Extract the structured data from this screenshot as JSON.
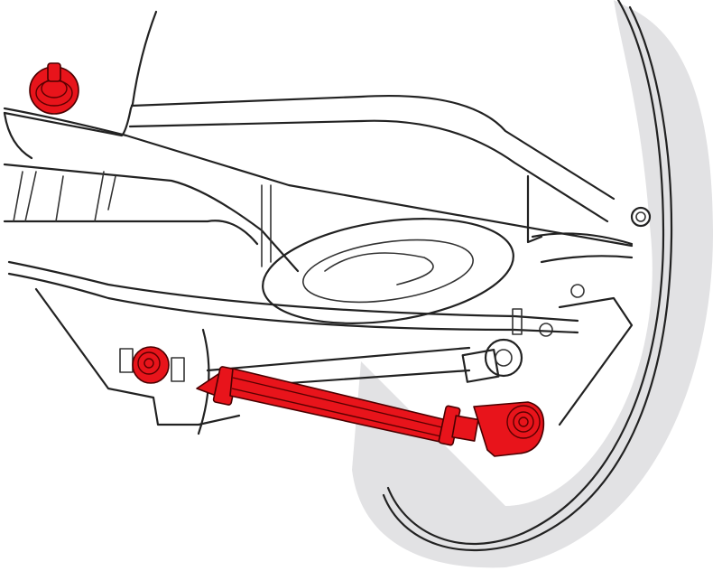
{
  "diagram": {
    "subject": "rear-suspension-line-drawing",
    "highlight_color": "#e8141b",
    "line_color": "#222222",
    "tire_shadow_color": "#e2e2e4",
    "background_color": "#ffffff",
    "highlighted_parts": [
      {
        "name": "upper-bushing",
        "shape": "stacked-bushing"
      },
      {
        "name": "inner-bushing",
        "shape": "round-bushing"
      },
      {
        "name": "adjustable-lateral-link",
        "shape": "threaded-arm-with-rod-end"
      }
    ]
  }
}
